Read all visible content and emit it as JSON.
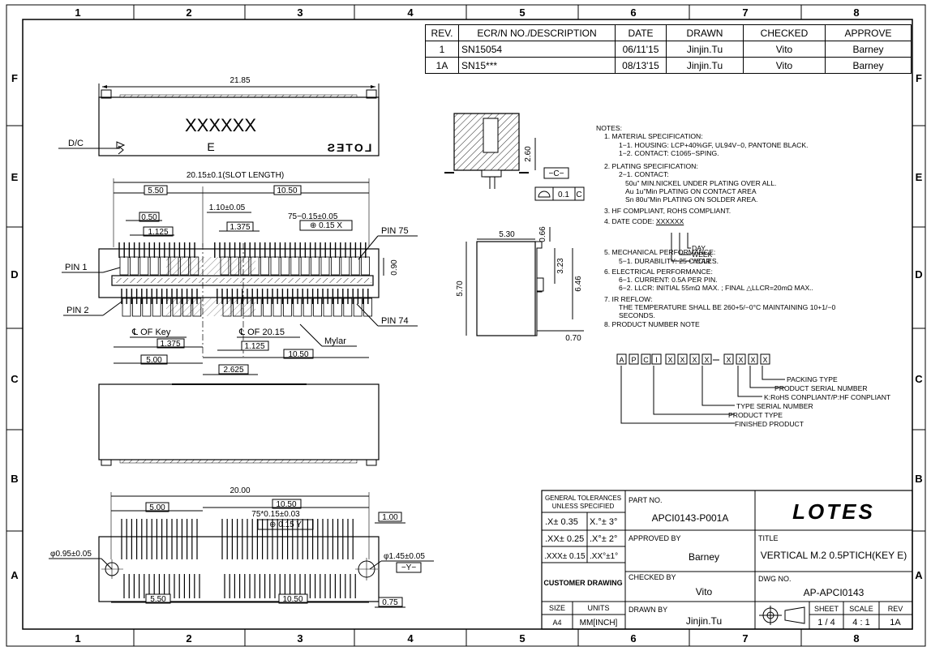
{
  "border": {
    "col_labels": [
      "1",
      "2",
      "3",
      "4",
      "5",
      "6",
      "7",
      "8"
    ],
    "row_labels": [
      "F",
      "E",
      "D",
      "C",
      "B",
      "A"
    ]
  },
  "revision_table": {
    "headers": [
      "REV.",
      "ECR/N NO./DESCRIPTION",
      "DATE",
      "DRAWN",
      "CHECKED",
      "APPROVE"
    ],
    "rows": [
      [
        "1",
        "SN15054",
        "06/11'15",
        "Jinjin.Tu",
        "Vito",
        "Barney"
      ],
      [
        "1A",
        "SN15***",
        "08/13'15",
        "Jinjin.Tu",
        "Vito",
        "Barney"
      ]
    ]
  },
  "top_view": {
    "width_dim": "21.85",
    "marking": "XXXXXX",
    "dc_label": "D/C",
    "logo_mirror": "LOTES",
    "e_char": "E"
  },
  "pin_view": {
    "slot_length": "20.15±0.1(SLOT LENGTH)",
    "dim_550": "5.50",
    "dim_1050": "10.50",
    "dim_050": "0.50",
    "dim_110": "1.10±0.05",
    "dim_75": "75−0.15±0.05",
    "tol_box": "⊕ 0.15 X",
    "dim_1125": "1.125",
    "dim_1375": "1.375",
    "dim_090": "0.90",
    "pin1": "PIN 1",
    "pin2": "PIN 2",
    "pin74": "PIN 74",
    "pin75": "PIN 75",
    "cl_key": "℄ OF Key",
    "cl_2015": "℄ OF 20.15",
    "mylar": "Mylar",
    "b_1375": "1.375",
    "b_1125": "1.125",
    "b_500": "5.00",
    "b_1050": "10.50",
    "b_2625": "2.625"
  },
  "side_view": {
    "dim_260": "2.60",
    "datum_c": "−C−",
    "flat_tol": "0.1",
    "flat_ref": "C",
    "dim_530": "5.30",
    "dim_066": "0.66",
    "dim_323": "3.23",
    "dim_646": "6.46",
    "dim_570": "5.70",
    "dim_070": "0.70"
  },
  "bottom_view": {
    "dim_2000": "20.00",
    "dim_500": "5.00",
    "dim_1050": "10.50",
    "dim_75b": "75*0.15±0.03",
    "tol_y": "⊕ 0.15 Y",
    "dim_100": "1.00",
    "hole_left": "φ0.95±0.05",
    "hole_right": "φ1.45±0.05",
    "datum_y": "−Y−",
    "b_550": "5.50",
    "b_1050": "10.50",
    "b_075": "0.75"
  },
  "notes": {
    "header": "NOTES:",
    "n1": "1. MATERIAL SPECIFICATION:",
    "n1_1": "1−1. HOUSING: LCP+40%GF, UL94V−0, PANTONE BLACK.",
    "n1_2": "1−2. CONTACT: C1065−SPING.",
    "n2": "2. PLATING SPECIFICATION:",
    "n2_1": "2−1. CONTACT:",
    "n2_a": "50u\" MIN.NICKEL UNDER PLATING OVER ALL.",
    "n2_b": "Au 1u\"Min PLATING ON CONTACT AREA",
    "n2_c": "Sn 80u\"Min PLATING ON SOLDER AREA.",
    "n3": "3. HF COMPLIANT, ROHS COMPLIANT.",
    "n4": "4. DATE CODE:",
    "n4_code": "XXXXXX",
    "n4_day": "DAY",
    "n4_week": "WEEK",
    "n4_year": "YEAR",
    "n5": "5. MECHANICAL PERFORMANCE:",
    "n5_1": "5−1. DURABILITY: 25 CYCLES.",
    "n6": "6. ELECTRICAL PERFORMANCE:",
    "n6_1": "6−1. CURRENT: 0.5A PER PIN.",
    "n6_2": "6−2. LLCR: INITIAL 55mΩ MAX. ; FINAL △LLCR=20mΩ MAX..",
    "n7": "7. IR REFLOW:",
    "n7_a": "THE TEMPERATURE SHALL BE 260+5/−0°C MAINTAINING 10+1/−0",
    "n7_b": "SECONDS.",
    "n8": "8. PRODUCT NUMBER NOTE",
    "pn_boxes": [
      "A",
      "P",
      "C",
      "I",
      "X",
      "X",
      "X",
      "X",
      "-",
      "X",
      "X",
      "X",
      "X"
    ],
    "pn_labels": [
      "PACKING TYPE",
      "PRODUCT SERIAL NUMBER",
      "K:RoHS CONPLIANT/P:HF CONPLIANT",
      "TYPE SERIAL NUMBER",
      "PRODUCT TYPE",
      "FINISHED PRODUCT"
    ]
  },
  "title_block": {
    "tol_title1": "GENERAL TOLERANCES",
    "tol_title2": "UNLESS SPECIFIED",
    "tol_x": ".X± 0.35",
    "tol_xa": "X.°± 3°",
    "tol_xx": ".XX± 0.25",
    "tol_xxa": ".X°± 2°",
    "tol_xxx": ".XXX± 0.15",
    "tol_xxxa": ".XX°±1°",
    "customer": "CUSTOMER DRAWING",
    "size_label": "SIZE",
    "units_label": "UNITS",
    "size": "A4",
    "units": "MM[INCH]",
    "part_label": "PART NO.",
    "part_no": "APCI0143-P001A",
    "approved_label": "APPROVED BY",
    "approved": "Barney",
    "checked_label": "CHECKED BY",
    "checked": "Vito",
    "drawn_label": "DRAWN BY",
    "drawn": "Jinjin.Tu",
    "logo": "LOTES",
    "title_label": "TITLE",
    "title": "VERTICAL M.2 0.5PTICH(KEY E)",
    "dwg_label": "DWG NO.",
    "dwg_no": "AP-APCI0143",
    "sheet_label": "SHEET",
    "scale_label": "SCALE",
    "rev_label": "REV",
    "sheet": "1 / 4",
    "scale": "4 : 1",
    "rev": "1A"
  }
}
